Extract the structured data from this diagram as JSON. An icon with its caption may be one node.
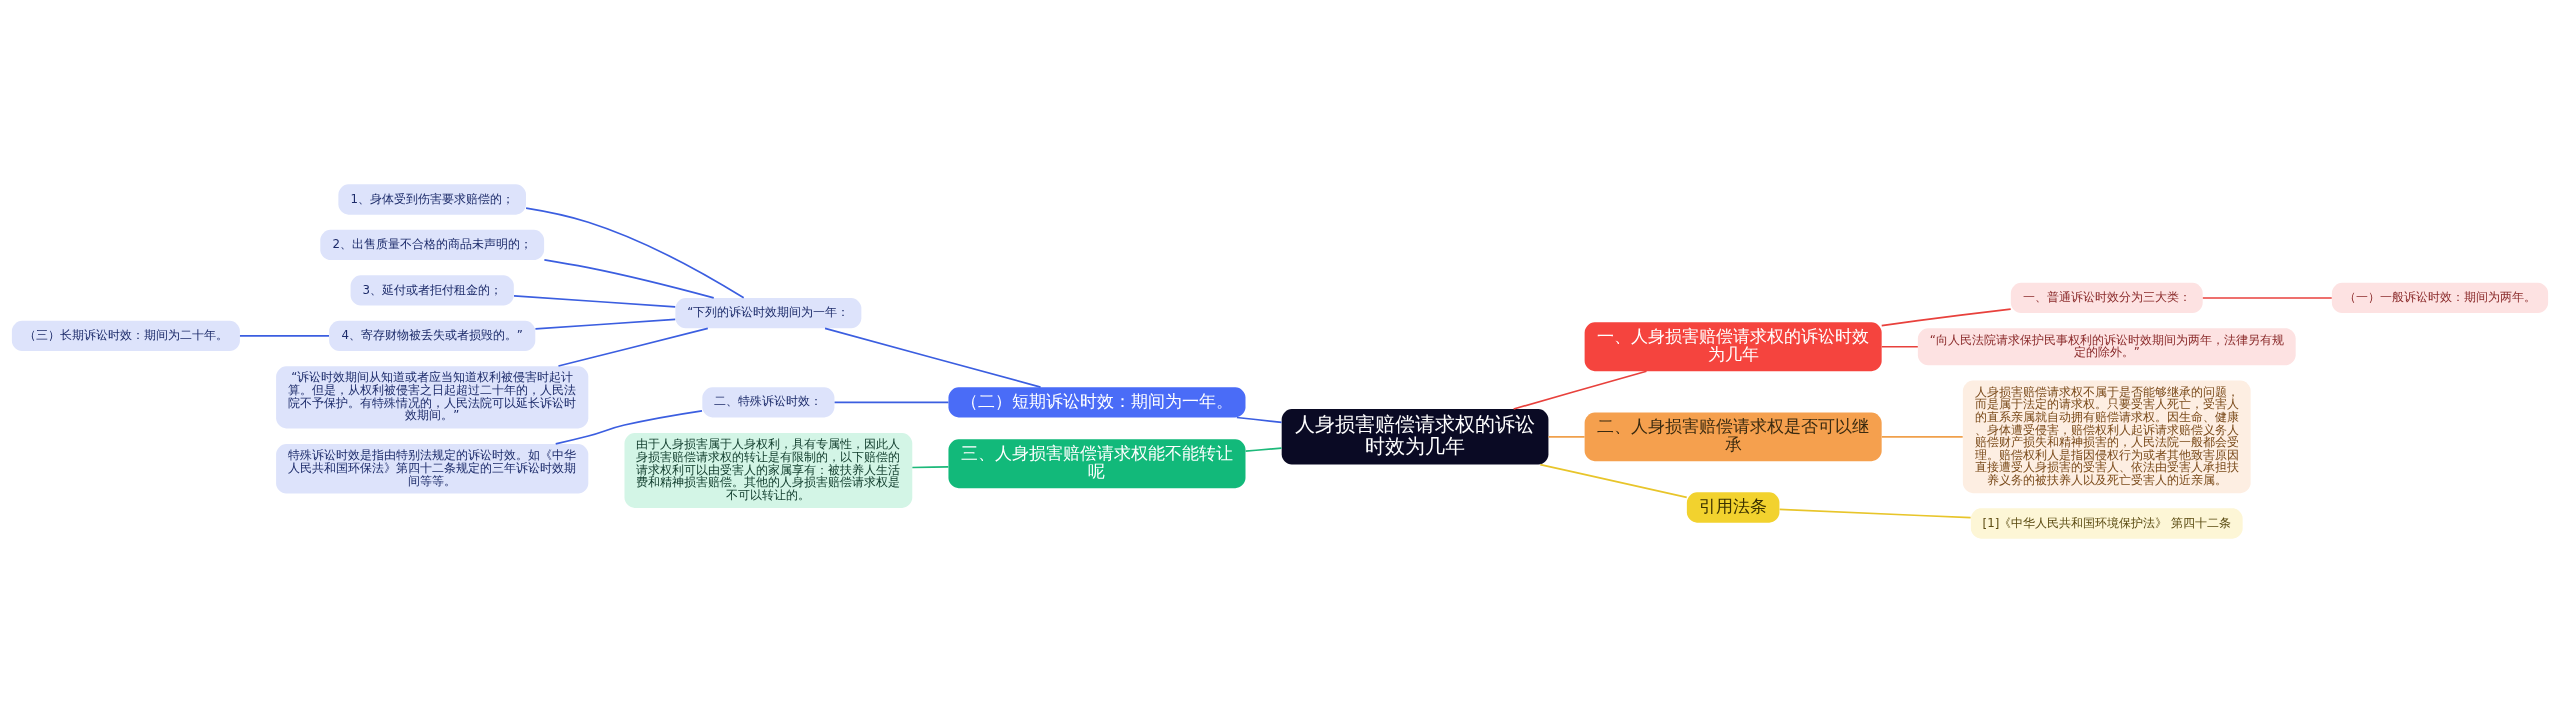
{
  "diagram": {
    "nodes": [
      {
        "text": [
          "人身损害赔偿请求权的诉讼时效为几年"
        ]
      },
      {
        "text": [
          "一、人身损害赔偿请求权的诉讼时效为几年"
        ]
      },
      {
        "text": [
          "一、普通诉讼时效分为三大类："
        ]
      },
      {
        "text": [
          "（一）一般诉讼时效：期间为两年。"
        ]
      },
      {
        "text": [
          "“向人民法院请求保护民事权利的诉讼时效期间为两年，法律另有规定的除外。”"
        ]
      },
      {
        "text": [
          "二、人身损害赔偿请求权是否可以继承"
        ]
      },
      {
        "text": [
          "人身损害赔偿请求权不属于是否能够继承的问题，而是属于法定的请求权。只要受害人死亡，受害人的直系亲属就自动拥有赔偿请求权。因生命、健康、身体遭受侵害，赔偿权利人起诉请求赔偿义务人赔偿财产损失和精神损害的，人民法院一般都会受理。赔偿权利人是指因侵权行为或者其他致害原因直接遭受人身损害的受害人、依法由受害人承担扶养义务的被扶养人以及死亡受害人的近亲属。"
        ]
      },
      {
        "text": [
          "引用法条"
        ]
      },
      {
        "text": [
          "[1]《中华人民共和国环境保护法》 第四十二条"
        ]
      },
      {
        "text": [
          "（二）短期诉讼时效：期间为一年。"
        ]
      },
      {
        "text": [
          "“下列的诉讼时效期间为一年："
        ]
      },
      {
        "text": [
          "1、身体受到伤害要求赔偿的；"
        ]
      },
      {
        "text": [
          "2、出售质量不合格的商品未声明的；"
        ]
      },
      {
        "text": [
          "3、延付或者拒付租金的；"
        ]
      },
      {
        "text": [
          "4、寄存财物被丢失或者损毁的。”"
        ]
      },
      {
        "text": [
          "（三）长期诉讼时效：期间为二十年。"
        ]
      },
      {
        "text": [
          "“诉讼时效期间从知道或者应当知道权利被侵害时起计算。但是，从权利被侵害之日起超过二十年的，人民法院不予保护。有特殊情况的，人民法院可以延长诉讼时效期间。”"
        ]
      },
      {
        "text": [
          "二、特殊诉讼时效："
        ]
      },
      {
        "text": [
          "特殊诉讼时效是指由特别法规定的诉讼时效。如《中华人民共和国环保法》第四十二条规定的三年诉讼时效期间等等。"
        ]
      },
      {
        "text": [
          "三、人身损害赔偿请求权能不能转让呢"
        ]
      },
      {
        "text": [
          "由于人身损害属于人身权利，具有专属性，因此人身损害赔偿请求权的转让是有限制的，以下赔偿的请求权利可以由受害人的家属享有：被扶养人生活费和精神损害赔偿。其他的人身损害赔偿请求权是不可以转让的。"
        ]
      }
    ],
    "edges": [
      {
        "from": 0,
        "to": 1,
        "arrow": "none",
        "color": "#e8413c"
      },
      {
        "from": 1,
        "to": 2,
        "arrow": "none",
        "color": "#e8413c"
      },
      {
        "from": 2,
        "to": 3,
        "arrow": "none",
        "color": "#e8413c"
      },
      {
        "from": 1,
        "to": 4,
        "arrow": "none",
        "color": "#e8413c"
      },
      {
        "from": 0,
        "to": 5,
        "arrow": "none",
        "color": "#f0a04b"
      },
      {
        "from": 5,
        "to": 6,
        "arrow": "none",
        "color": "#f0a04b"
      },
      {
        "from": 0,
        "to": 7,
        "arrow": "none",
        "color": "#e8c52a"
      },
      {
        "from": 7,
        "to": 8,
        "arrow": "none",
        "color": "#e8c52a"
      },
      {
        "from": 0,
        "to": 9,
        "arrow": "none"
      },
      {
        "from": 9,
        "to": 10,
        "arrow": "none"
      },
      {
        "from": 10,
        "to": 11,
        "arrow": "none"
      },
      {
        "from": 10,
        "to": 12,
        "arrow": "none"
      },
      {
        "from": 10,
        "to": 13,
        "arrow": "none"
      },
      {
        "from": 10,
        "to": 14,
        "arrow": "none"
      },
      {
        "from": 14,
        "to": 15,
        "arrow": "none"
      },
      {
        "from": 10,
        "to": 16,
        "arrow": "none"
      },
      {
        "from": 9,
        "to": 17,
        "arrow": "none"
      },
      {
        "from": 17,
        "to": 18,
        "arrow": "none"
      },
      {
        "from": 0,
        "to": 19,
        "arrow": "none",
        "color": "#1db97a"
      },
      {
        "from": 19,
        "to": 20,
        "arrow": "none",
        "color": "#1db97a"
      }
    ]
  }
}
